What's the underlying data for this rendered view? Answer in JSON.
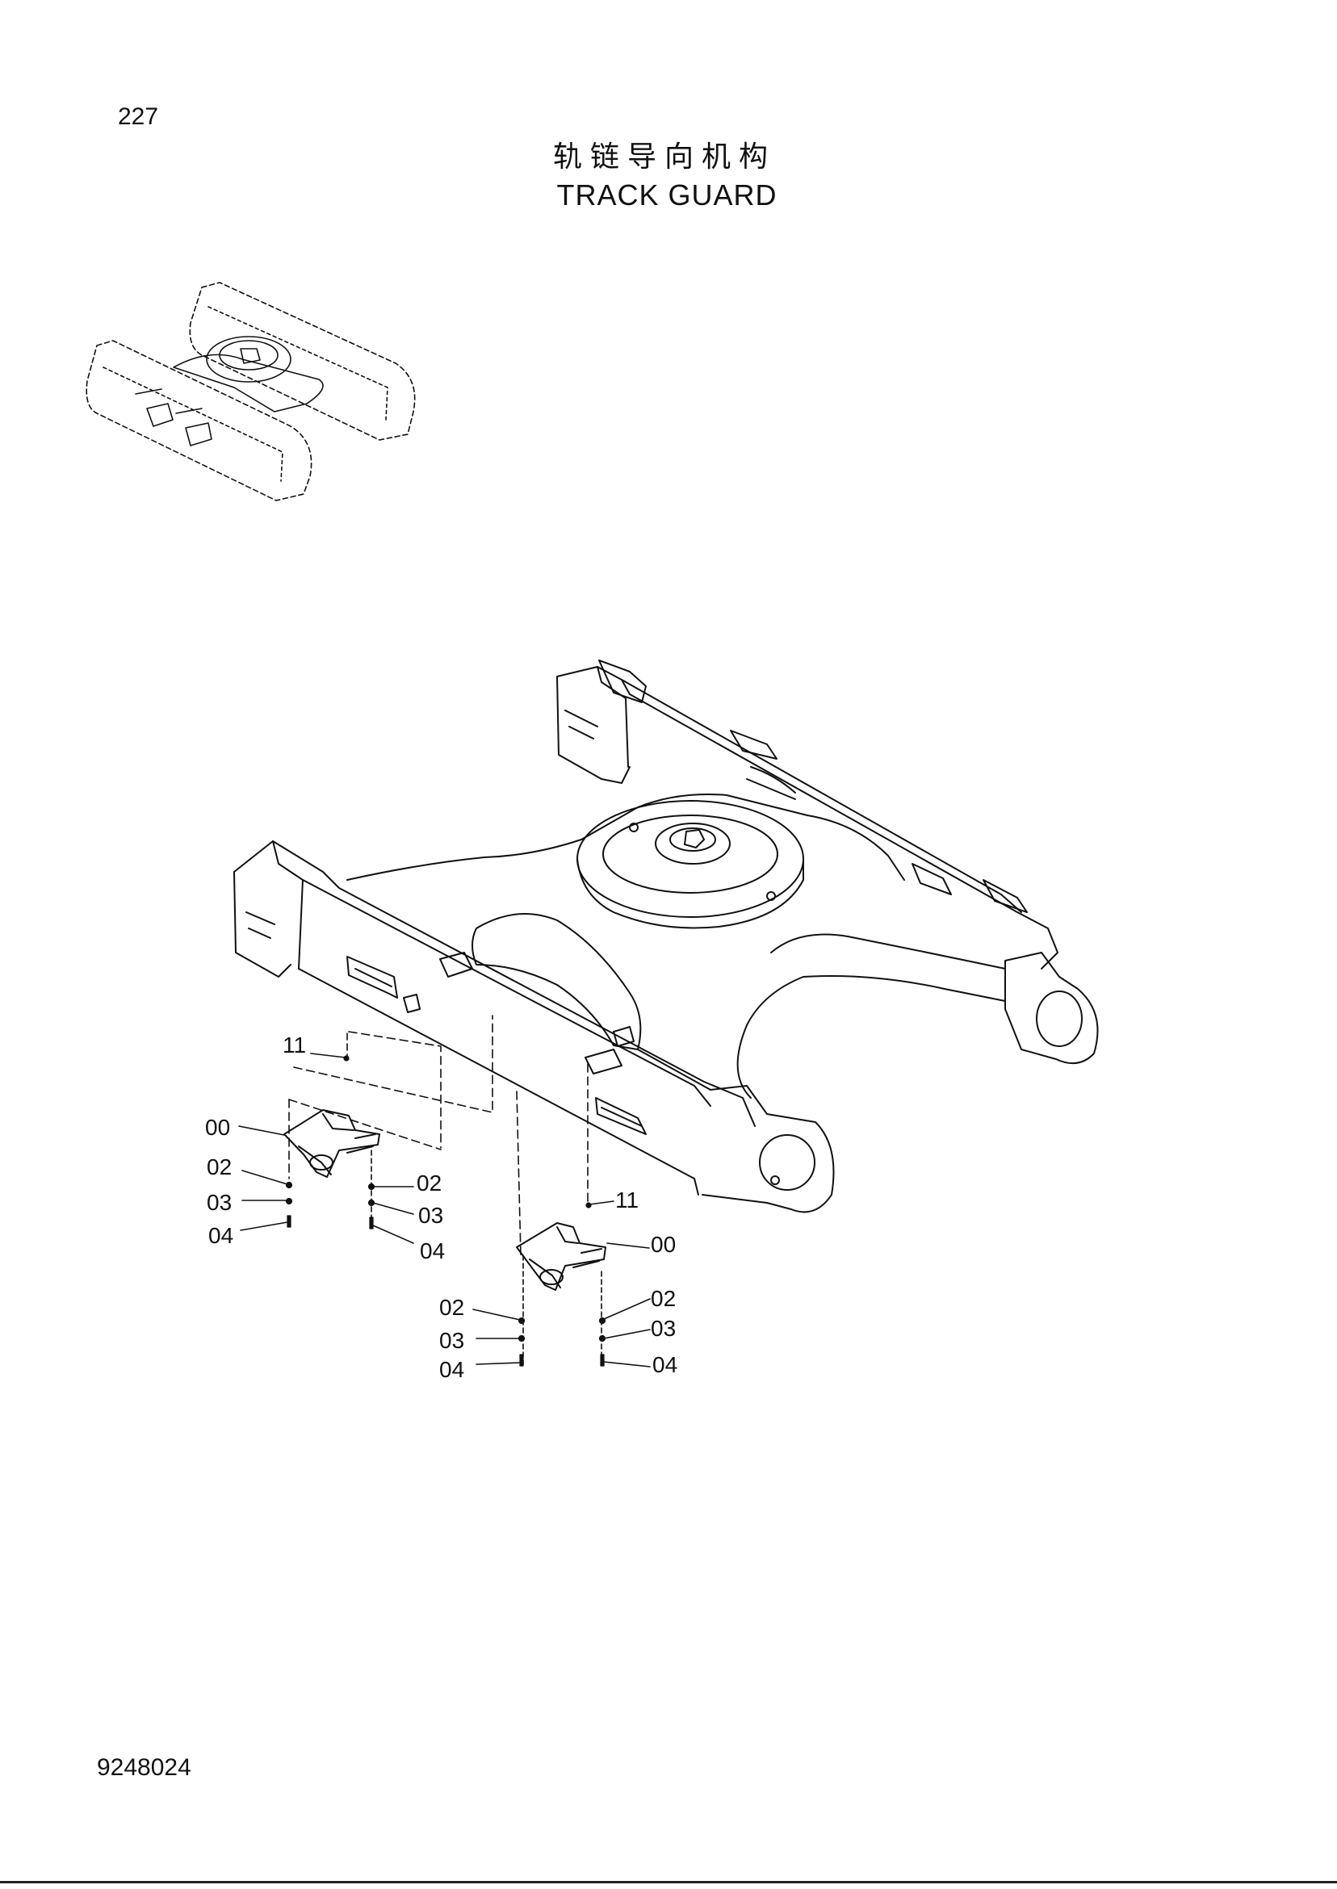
{
  "page": {
    "page_number": "227",
    "title_cn": "轨链导向机构",
    "title_en": "TRACK GUARD",
    "doc_number": "9248024"
  },
  "callouts": {
    "c11_left": "11",
    "c00_left": "00",
    "c02_left_a": "02",
    "c03_left_a": "03",
    "c04_left_a": "04",
    "c02_left_b": "02",
    "c03_left_b": "03",
    "c04_left_b": "04",
    "c11_right": "11",
    "c00_right": "00",
    "c02_right_a": "02",
    "c03_right_a": "03",
    "c04_right_a": "04",
    "c02_right_b": "02",
    "c03_right_b": "03",
    "c04_right_b": "04"
  }
}
